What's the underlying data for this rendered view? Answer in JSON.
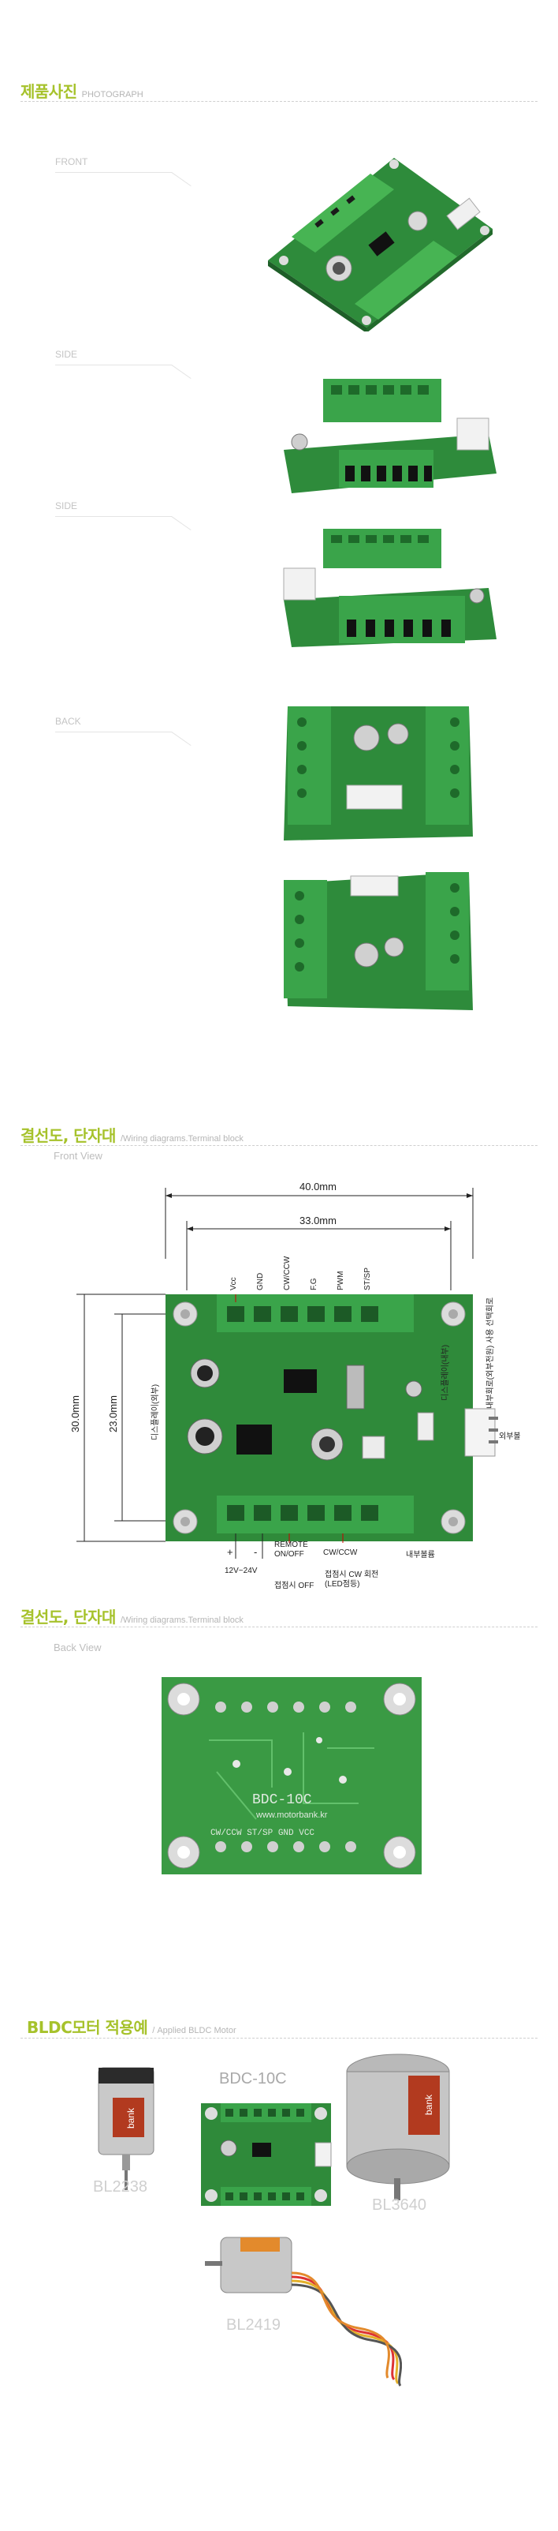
{
  "sections": {
    "photo": {
      "title": "제품사진",
      "subtitle": "PHOTOGRAPH"
    },
    "wiring_front": {
      "title": "결선도, 단자대",
      "subtitle": "/Wiring diagrams.Terminal block",
      "view": "Front View"
    },
    "wiring_back": {
      "title": "결선도, 단자대",
      "subtitle": "/Wiring diagrams.Terminal block",
      "view": "Back View"
    },
    "motor": {
      "title": "BLDC모터 적용예",
      "subtitle": "/ Applied BLDC Motor"
    }
  },
  "photo_views": [
    "FRONT",
    "SIDE",
    "SIDE",
    "BACK"
  ],
  "diagram": {
    "dim_width_outer": "40.0mm",
    "dim_width_inner": "33.0mm",
    "dim_height_outer": "30.0mm",
    "dim_height_inner": "23.0mm",
    "top_pins": [
      "Vcc",
      "GND",
      "CW/CCW",
      "F.G",
      "PWM",
      "ST/SP"
    ],
    "left_label": "디스플레이(외부)",
    "right_label_1": "디스플레이(내부)",
    "right_label_2": "내부회로(외부전원) 사용 선택회로",
    "right_label_3": "외부볼륨 연결단자",
    "bottom_plus": "+",
    "bottom_minus": "-",
    "bottom_voltage": "12V~24V",
    "remote_label": "REMOTE\nON/OFF",
    "cwccw_label": "CW/CCW",
    "internal_volume": "내부볼륨",
    "contact_off": "접점시 OFF",
    "contact_cw": "접점시 CW 회전\n(LED점등)"
  },
  "back_board": {
    "url": "www.motorbank.kr",
    "model": "BDC-10C",
    "bottom_silk": "CW/CCW ST/SP GND VCC"
  },
  "motors": {
    "bdc_label": "BDC-10C",
    "m1": "BL2238",
    "m2": "BL3640",
    "m3": "BL2419",
    "brand": "bank"
  },
  "colors": {
    "accent": "#a6c22b",
    "pcb": "#2f8a3a",
    "terminal": "#3aa44a"
  }
}
